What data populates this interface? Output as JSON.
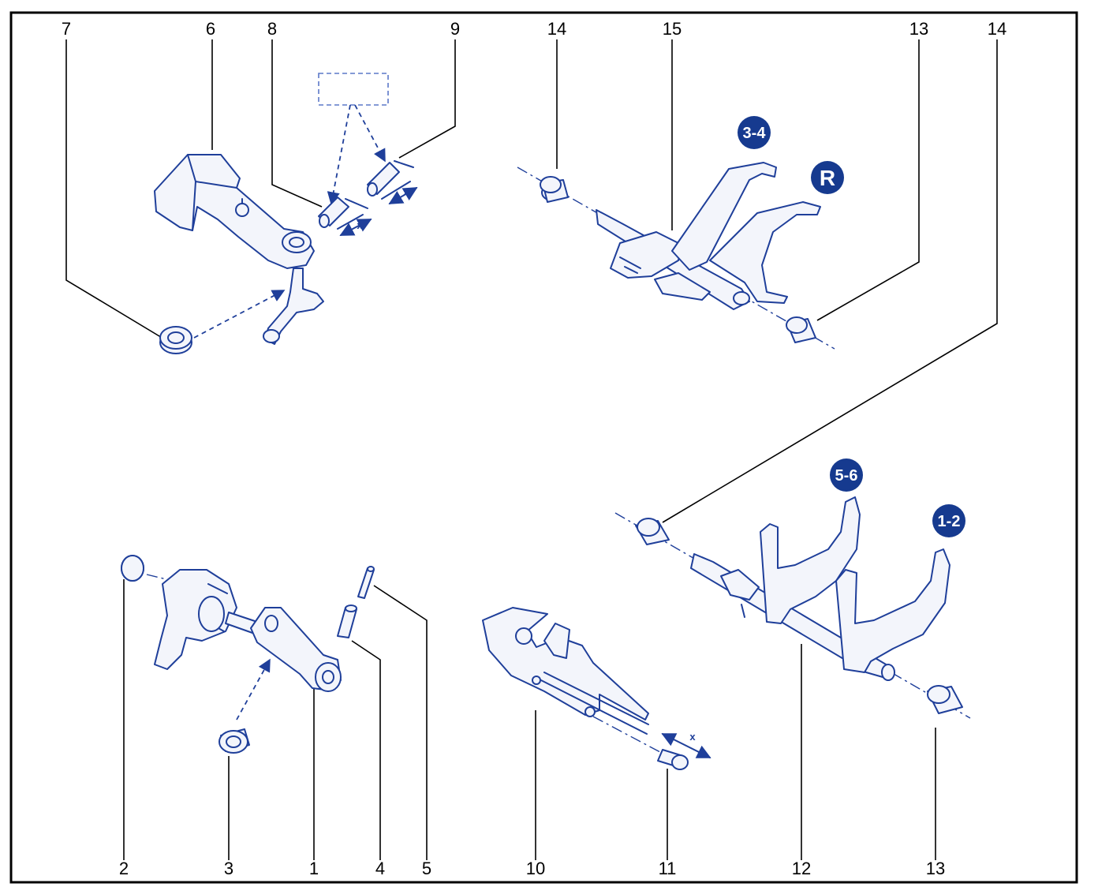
{
  "callouts": {
    "top": [
      "7",
      "6",
      "8",
      "9",
      "14",
      "15",
      "13",
      "14"
    ],
    "bottom": [
      "2",
      "3",
      "1",
      "4",
      "5",
      "10",
      "11",
      "12",
      "13"
    ]
  },
  "badges": {
    "b34": "3-4",
    "bR": "R",
    "b56": "5-6",
    "b12": "1-2"
  },
  "dimension_marks": {
    "d8": "x",
    "d9": "x",
    "d11": "x"
  },
  "colors": {
    "line_art": "#1f3f9a",
    "badge_fill": "#163a8f",
    "frame": "#000000"
  }
}
